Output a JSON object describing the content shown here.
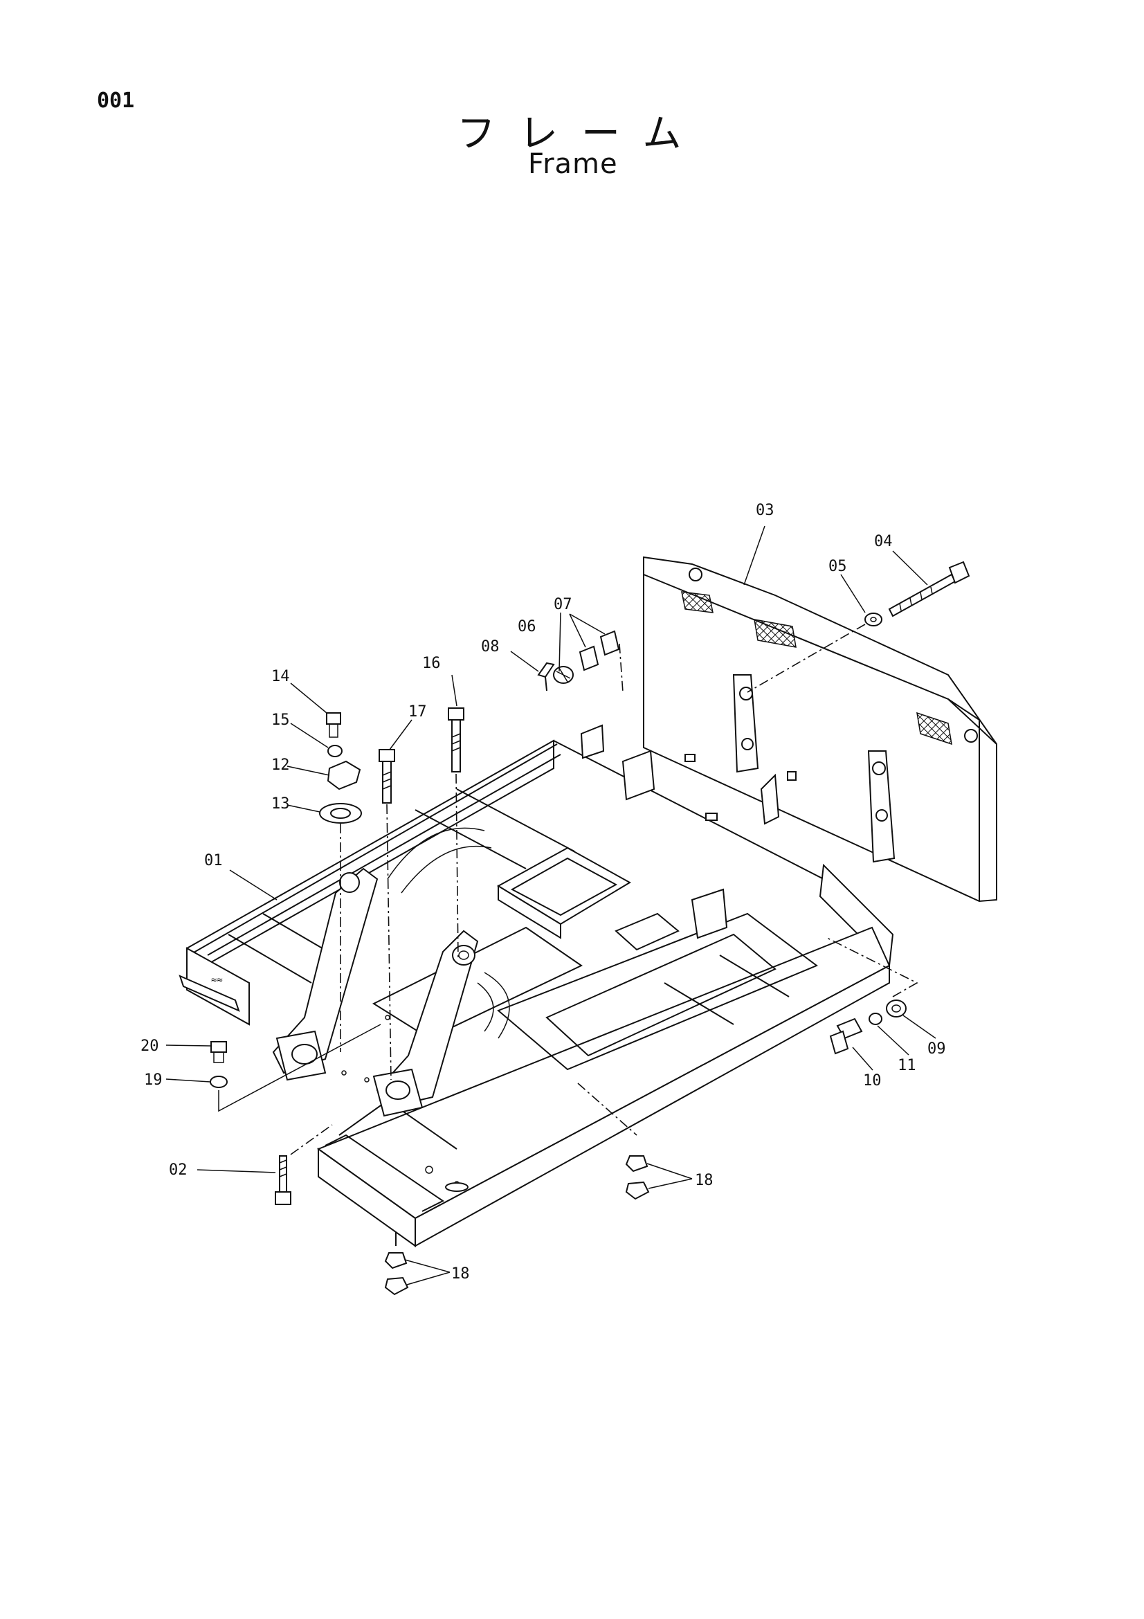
{
  "header": {
    "page_number": "001",
    "title_jp": "フレーム",
    "title_en": "Frame"
  },
  "callouts": [
    "01",
    "02",
    "03",
    "04",
    "05",
    "06",
    "07",
    "08",
    "09",
    "10",
    "11",
    "12",
    "13",
    "14",
    "15",
    "16",
    "17",
    "18",
    "18",
    "19",
    "20"
  ]
}
